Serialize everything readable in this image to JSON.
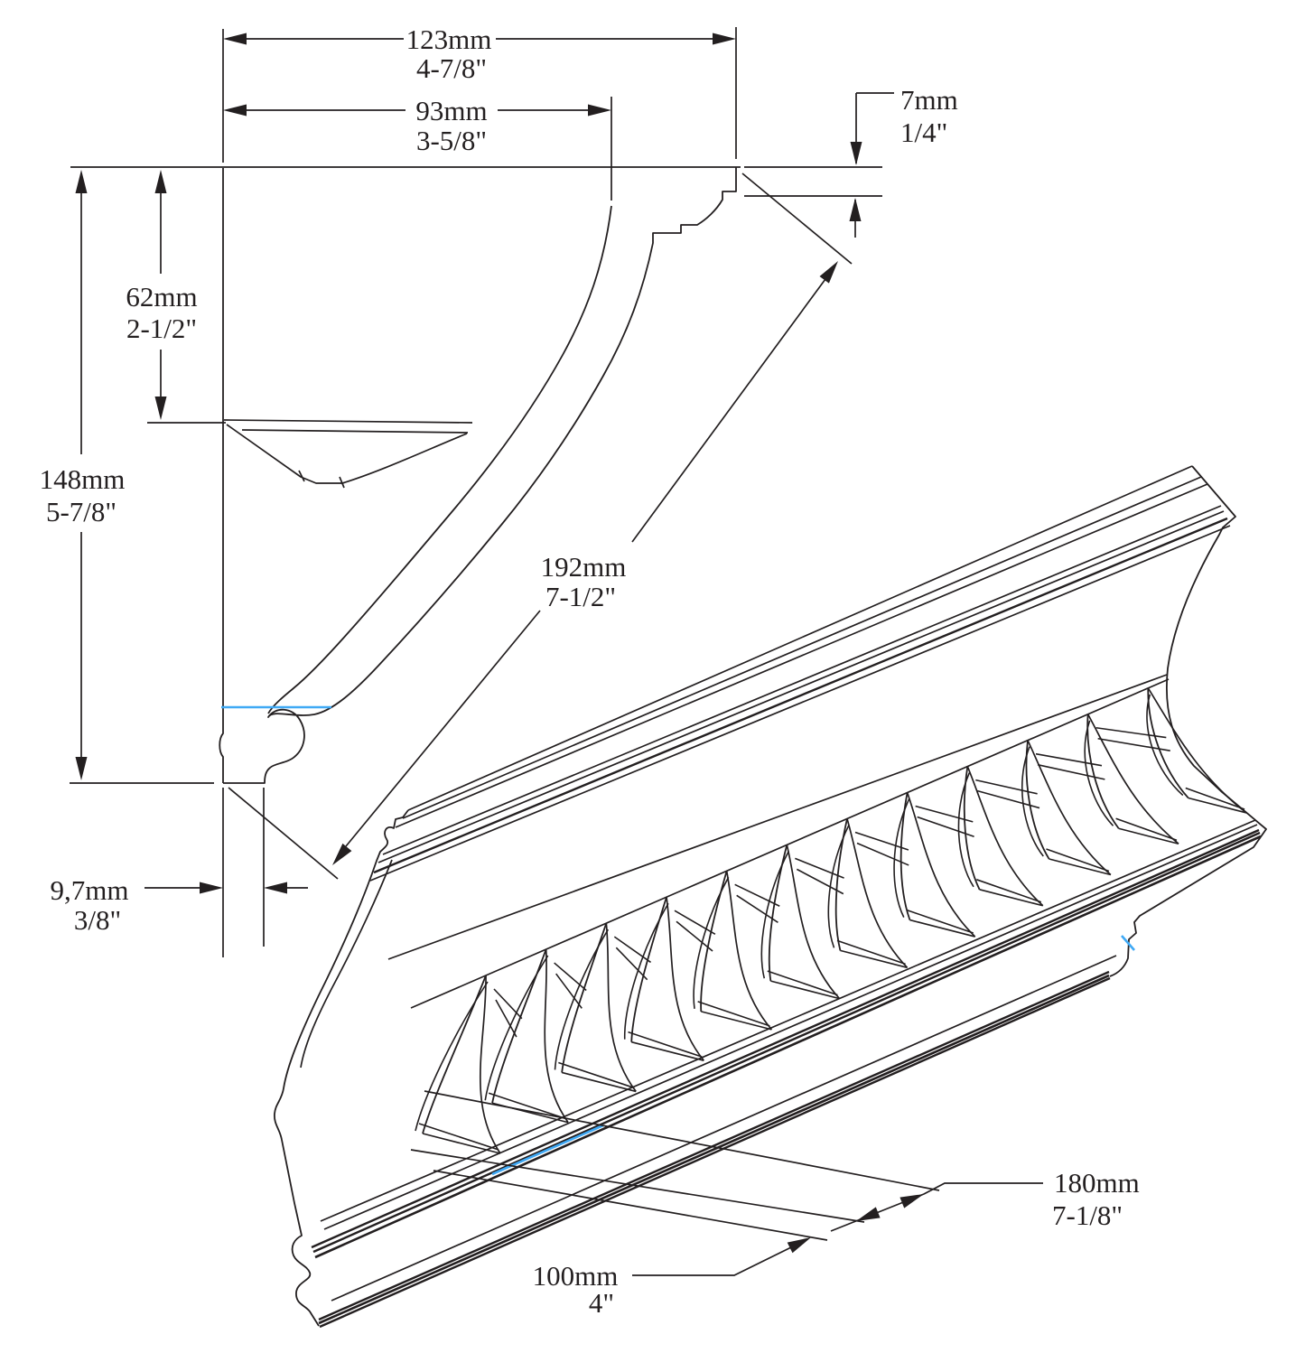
{
  "figure": {
    "type": "technical-dimension-drawing",
    "subject": "crown moulding cross-section and 3D ribbed cove perspective"
  },
  "colors": {
    "line": "#231f20",
    "accent": "#3fa9f5",
    "background": "#ffffff"
  },
  "dimensions": {
    "overall_width": {
      "mm": "123mm",
      "inch": "4-7/8\""
    },
    "inner_width": {
      "mm": "93mm",
      "inch": "3-5/8\""
    },
    "top_edge": {
      "mm": "7mm",
      "inch": "1/4\""
    },
    "upper_height": {
      "mm": "62mm",
      "inch": "2-1/2\""
    },
    "total_height": {
      "mm": "148mm",
      "inch": "5-7/8\""
    },
    "wall_thickness": {
      "mm": "9,7mm",
      "inch": "3/8\""
    },
    "face_width": {
      "mm": "192mm",
      "inch": "7-1/2\""
    },
    "diagonal_projection": {
      "mm": "180mm",
      "inch": "7-1/8\""
    },
    "bottom_width": {
      "mm": "100mm",
      "inch": "4\""
    }
  }
}
